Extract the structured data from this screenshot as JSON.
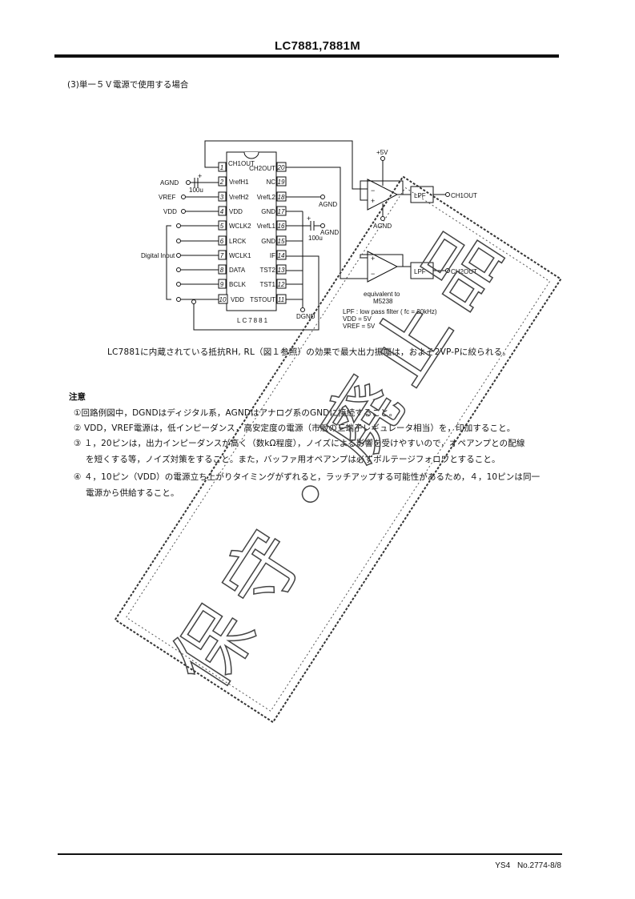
{
  "header": {
    "title": "LC7881,7881M"
  },
  "section_title": "(3)単一５Ｖ電源で使用する場合",
  "diagram": {
    "ic_name": "LC7881",
    "left_pins": [
      {
        "num": "1",
        "label": "CH1OUT"
      },
      {
        "num": "2",
        "label": "VrefH1"
      },
      {
        "num": "3",
        "label": "VrefH2"
      },
      {
        "num": "4",
        "label": "VDD"
      },
      {
        "num": "5",
        "label": "WCLK2"
      },
      {
        "num": "6",
        "label": "LRCK"
      },
      {
        "num": "7",
        "label": "WCLK1"
      },
      {
        "num": "8",
        "label": "DATA"
      },
      {
        "num": "9",
        "label": "BCLK"
      },
      {
        "num": "10",
        "label": "VDD"
      }
    ],
    "right_pins": [
      {
        "num": "20",
        "label": "CH2OUT"
      },
      {
        "num": "19",
        "label": "NC"
      },
      {
        "num": "18",
        "label": "VrefL2"
      },
      {
        "num": "17",
        "label": "GND"
      },
      {
        "num": "16",
        "label": "VrefL1"
      },
      {
        "num": "15",
        "label": "GND"
      },
      {
        "num": "14",
        "label": "IF"
      },
      {
        "num": "13",
        "label": "TST2"
      },
      {
        "num": "12",
        "label": "TST1"
      },
      {
        "num": "11",
        "label": "TSTOUT"
      }
    ],
    "labels": {
      "agnd_left": "AGND",
      "cap_100u": "100u",
      "vref": "VREF",
      "vdd": "VDD",
      "digital_input": "Digital\nInput",
      "agnd_right": "AGND",
      "agnd_cap": "AGND",
      "cap_100u_right": "100u",
      "dgnd": "DGND",
      "plus5v": "+5V",
      "agnd_amp": "AGND",
      "lpf1": "LPF",
      "lpf2": "LPF",
      "ch1out": "CH1OUT",
      "ch2out": "CH2OUT",
      "equivalent": "equivalent to",
      "m5238": "M5238",
      "lpf_note": "LPF : low pass filter ( fc = 20kHz)",
      "vdd_note": "VDD = 5V",
      "vref_note": "VREF = 5V"
    }
  },
  "note_text": "LC7881に内蔵されている抵抗RH, RL（図１参照）の効果で最大出力振幅は，およそ2VP-Pに絞られる。",
  "notes_heading": "注意",
  "notes": [
    "①回路例図中，DGNDはディジタル系，AGNDはアナログ系のGNDに接続すること。",
    "② VDD，VREF電源は，低インピーダンス，高安定度の電源（市販の三端子レギュレータ相当）を，印加すること。",
    "③ １，20ピンは，出力インピーダンスが高く（数kΩ程度），ノイズによる影響を受けやすいので，オペアンプとの配線",
    "を短くする等，ノイズ対策をすること。また，バッファ用オペアンプは必ずボルテージフォロワとすること。",
    "④ ４，10ピン（VDD）の電源立ち上がりタイミングがずれると，ラッチアップする可能性があるため，４，10ピンは同一",
    "電源から供給すること。"
  ],
  "stamp_text": "保守・廃止品",
  "footer": {
    "code": "YS4",
    "number": "No.2774-8/8"
  }
}
